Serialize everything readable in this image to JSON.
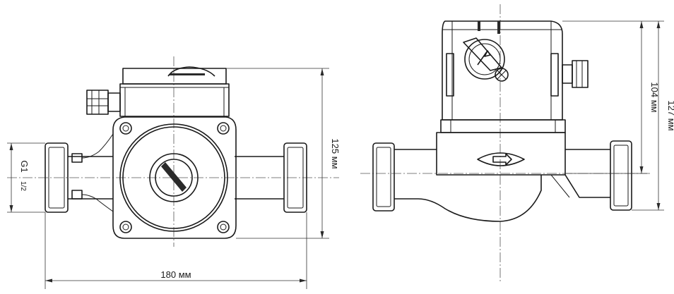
{
  "dimensions": {
    "width_label": "180 мм",
    "front_height_label": "125 мм",
    "side_height_inner_label": "104 мм",
    "side_height_outer_label": "127 мм",
    "thread_label": "G1",
    "thread_fraction": "1/2"
  },
  "colors": {
    "line": "#1a1a1a",
    "background": "#ffffff"
  }
}
